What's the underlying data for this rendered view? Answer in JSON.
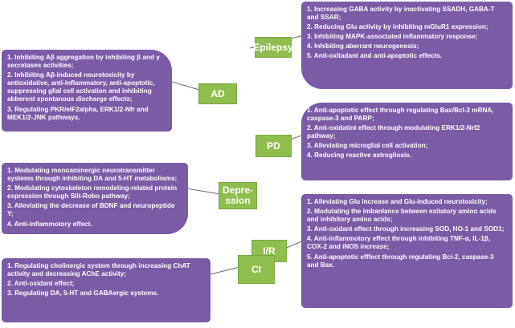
{
  "diseases": {
    "epilepsy": {
      "label": "Epilepsy",
      "effects": [
        "1. Increasing GABA activity by inactivating SSADH, GABA-T and SSAR;",
        "2. Reducing Glu activity by inhibiting mGluR1 expression;",
        "3. Inhibiting MAPK-associated inflammatory response;",
        "4. Inhibiting aberrant neurogenesis;",
        "5. Anti-oxitadant and anti-apoptotic effects."
      ]
    },
    "ad": {
      "label": "AD",
      "effects": [
        "1. Inhibiting Aβ aggregation by inhibiting β and γ secretases activities;",
        "2. Inhibiting Aβ-induced neurotoxicity by antioxidative, anti-inflammatory, anti-apoptotic, suppressing glial cell activation and inhibiting abberent spontanous discharge effects;",
        "3. Regulating PKR/eIF2alpha, ERK1/2-Nfr and MEK1/2-JNK pathways."
      ]
    },
    "pd": {
      "label": "PD",
      "effects": [
        "1. Anti-apoptotic effect through regulating Bax/Bcl-2 mRNA, caspase-3 and PARP;",
        "2. Anti-oxidatint effect through modulating ERK1/2-Nrf2 pathway;",
        "3. Alleviating microglial cell activation;",
        "4. Reducing reactive astrogliosis."
      ]
    },
    "depression": {
      "label": "Depre-ssion",
      "effects": [
        "1. Modulating monoaminergic neurotransmitter systems through inhibiting DA and 5-HT metabolisms;",
        "2. Modulating cytoskeleton remodeling-related protein expression through Slit-Robo pathway;",
        "3. Alleviating the decrease of BDNF and neuropeptide Y;",
        "4. Anti-inflammotory effect."
      ]
    },
    "ir": {
      "label": "I/R",
      "effects": [
        "1. Alleviating Glu increase and Glu-induced neurotoxicity;",
        "2. Modulating the imbanlance between exitatory amino acids and inhibitory amino acids;",
        "3. Anti-oxidant effect through increasing SOD, HO-1 and SOD1;",
        "4. Anti-inflammotory effect through inhibiting TNF-α, IL-1β, COX-2 and iNOS increase;",
        "5. Anti-apoptotic efffect through regulating Bci-2, caspase-3 and Bax."
      ]
    },
    "ci": {
      "label": "CI",
      "effects": [
        "1. Regulating cholinergic system through increasing ChAT activity and decreasing  AChE activity;",
        "2.  Anti-oxidant effect;",
        "3. Regulating DA, 5-HT and GABAergic systems."
      ]
    }
  },
  "colors": {
    "panel": "#7b5aa6",
    "tag": "#8fbd4e",
    "connector": "#6b6b6b"
  }
}
